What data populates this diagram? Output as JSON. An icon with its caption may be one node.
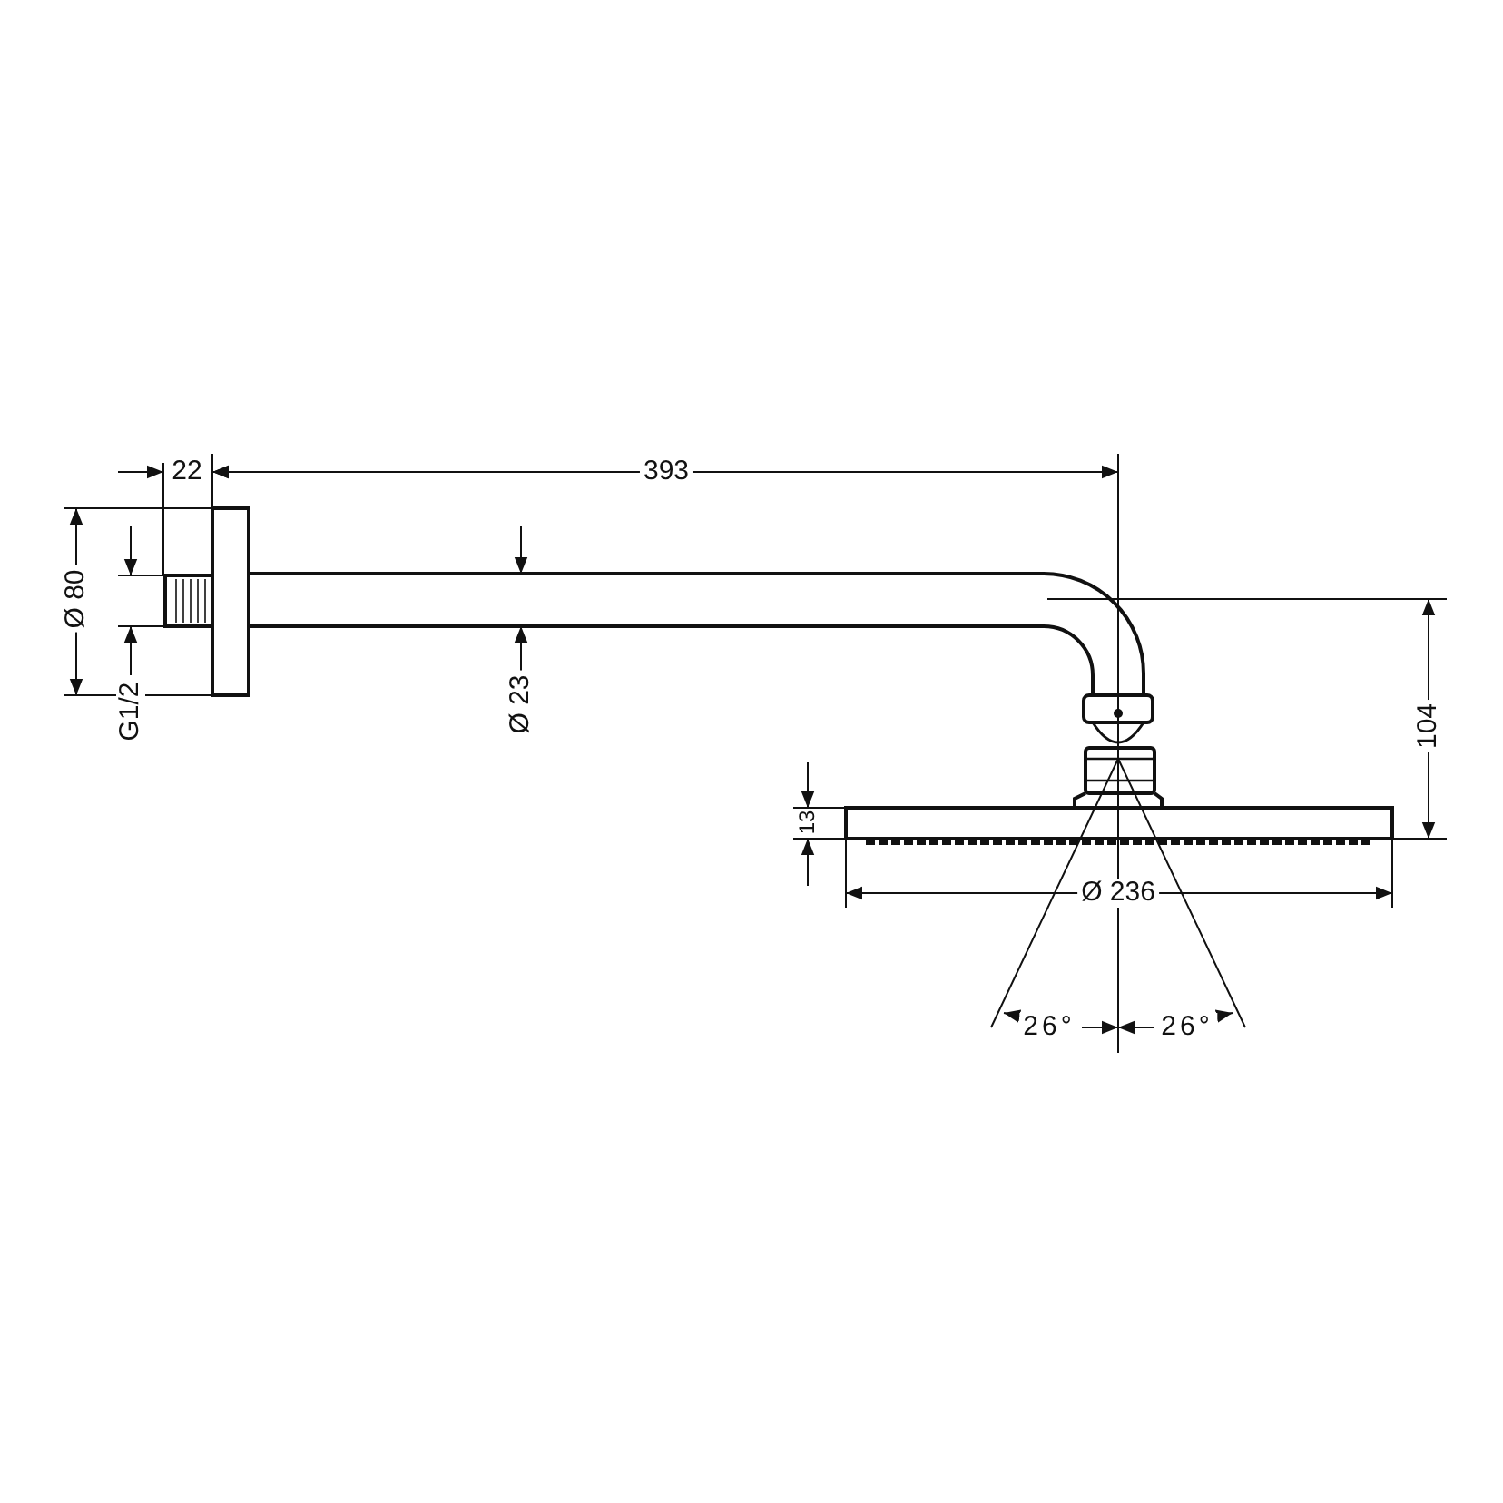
{
  "diagram": {
    "labels": [
      "22",
      "393",
      "Ø 80",
      "G1/2",
      "Ø 23",
      "104",
      "13",
      "Ø 236",
      "26°",
      "26°"
    ]
  }
}
